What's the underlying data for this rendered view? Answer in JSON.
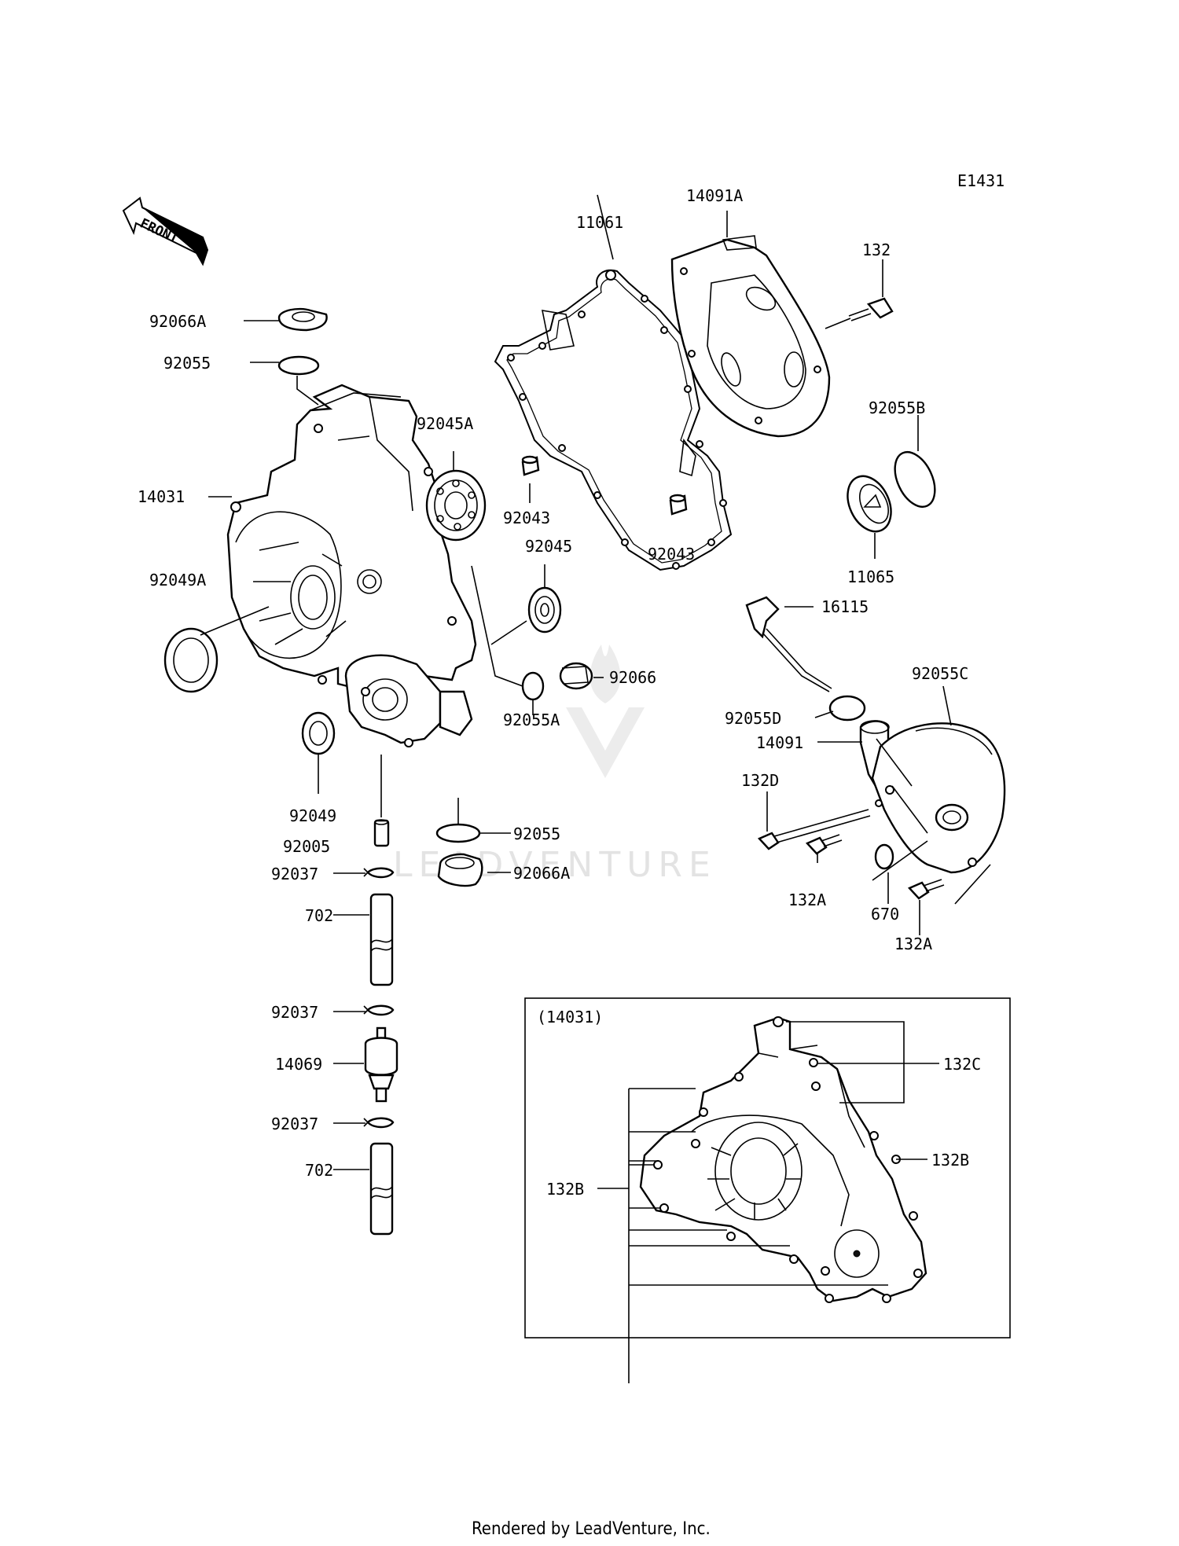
{
  "diagram_code": "E1431",
  "front_label": "FRONT",
  "inset_title": "(14031)",
  "footer": "Rendered by LeadVenture, Inc.",
  "watermark": "LEADVENTURE",
  "callouts": {
    "c92066A_top": "92066A",
    "c92055_top": "92055",
    "c14031": "14031",
    "c92049A": "92049A",
    "c92045A": "92045A",
    "c92043_left": "92043",
    "c92045": "92045",
    "c92043_right": "92043",
    "c11061": "11061",
    "c14091A": "14091A",
    "c132": "132",
    "c92055B": "92055B",
    "c11065": "11065",
    "c16115": "16115",
    "c92066": "92066",
    "c92055A": "92055A",
    "c92049": "92049",
    "c92005": "92005",
    "c92055_bottom": "92055",
    "c92037_a": "92037",
    "c92066A_bottom": "92066A",
    "c702_a": "702",
    "c92037_b": "92037",
    "c14069": "14069",
    "c92037_c": "92037",
    "c702_b": "702",
    "c92055C": "92055C",
    "c92055D": "92055D",
    "c14091": "14091",
    "c132D": "132D",
    "c132A_a": "132A",
    "c670": "670",
    "c132A_b": "132A",
    "c132C": "132C",
    "c132B_right": "132B",
    "c132B_left": "132B"
  }
}
